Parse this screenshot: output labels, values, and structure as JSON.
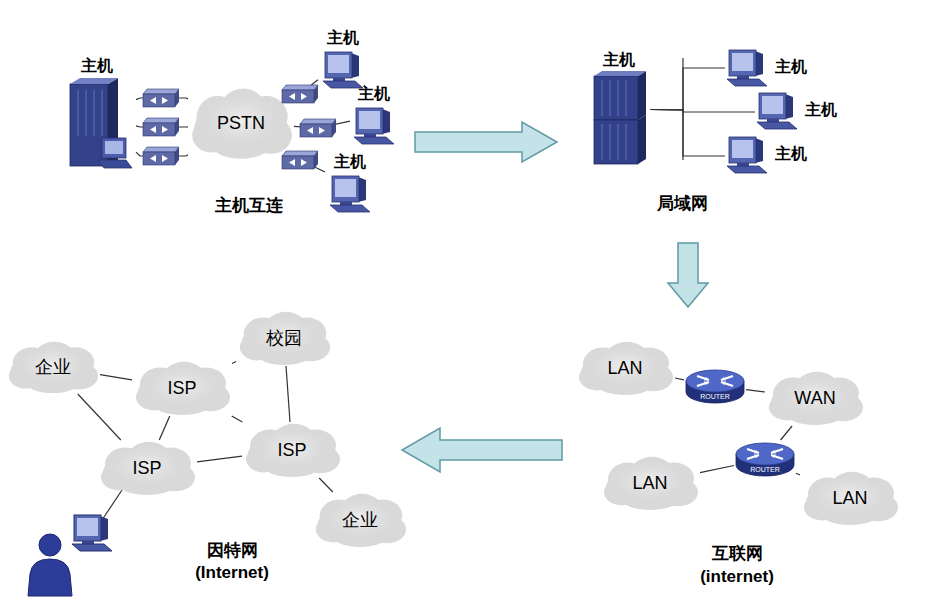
{
  "diagram": {
    "nodes": [
      {
        "text": [
          "主机"
        ]
      },
      {
        "text": [
          "PSTN"
        ]
      },
      {
        "text": [
          "主机"
        ]
      },
      {
        "text": [
          "主机"
        ]
      },
      {
        "text": [
          "主机"
        ]
      },
      {
        "text": [
          "主机"
        ]
      },
      {
        "text": [
          "主机"
        ]
      },
      {
        "text": [
          "主机"
        ]
      },
      {
        "text": [
          "主机"
        ]
      },
      {
        "text": [
          "LAN"
        ]
      },
      {
        "text": [
          "ROUTER"
        ]
      },
      {
        "text": [
          "WAN"
        ]
      },
      {
        "text": [
          "ROUTER"
        ]
      },
      {
        "text": [
          "LAN"
        ]
      },
      {
        "text": [
          "LAN"
        ]
      },
      {
        "text": [
          "企业"
        ]
      },
      {
        "text": [
          "校园"
        ]
      },
      {
        "text": [
          "ISP"
        ]
      },
      {
        "text": [
          "ISP"
        ]
      },
      {
        "text": [
          "ISP"
        ]
      },
      {
        "text": [
          "企业"
        ]
      }
    ],
    "edges": [
      {
        "from": 0,
        "to": 1,
        "arrow": "none"
      },
      {
        "from": 0,
        "to": 1,
        "arrow": "none"
      },
      {
        "from": 0,
        "to": 1,
        "arrow": "none"
      },
      {
        "from": 1,
        "to": 2,
        "arrow": "none"
      },
      {
        "from": 1,
        "to": 3,
        "arrow": "none"
      },
      {
        "from": 1,
        "to": 4,
        "arrow": "none"
      },
      {
        "from": 5,
        "to": 6,
        "arrow": "none"
      },
      {
        "from": 5,
        "to": 7,
        "arrow": "none"
      },
      {
        "from": 5,
        "to": 8,
        "arrow": "none"
      },
      {
        "from": 9,
        "to": 10,
        "arrow": "none"
      },
      {
        "from": 10,
        "to": 11,
        "arrow": "none"
      },
      {
        "from": 11,
        "to": 12,
        "arrow": "none"
      },
      {
        "from": 12,
        "to": 13,
        "arrow": "none"
      },
      {
        "from": 12,
        "to": 14,
        "arrow": "none"
      },
      {
        "from": 15,
        "to": 17,
        "arrow": "none"
      },
      {
        "from": 15,
        "to": 18,
        "arrow": "none"
      },
      {
        "from": 17,
        "to": 16,
        "arrow": "none"
      },
      {
        "from": 17,
        "to": 19,
        "arrow": "none"
      },
      {
        "from": 17,
        "to": 18,
        "arrow": "none"
      },
      {
        "from": 16,
        "to": 19,
        "arrow": "none"
      },
      {
        "from": 18,
        "to": 19,
        "arrow": "none"
      },
      {
        "from": 19,
        "to": 20,
        "arrow": "none"
      }
    ],
    "labels": [
      "主机互连",
      "局域网",
      "互联网",
      "(internet)",
      "因特网",
      "(Internet)"
    ]
  }
}
